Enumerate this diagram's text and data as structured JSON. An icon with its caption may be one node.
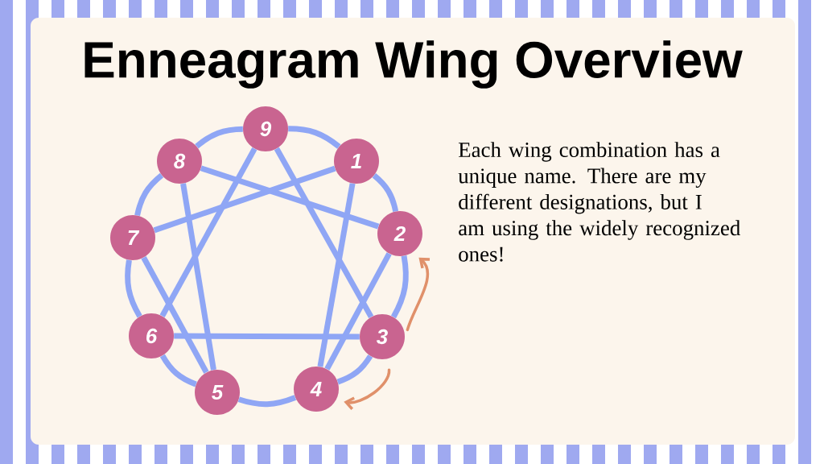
{
  "diagram": {
    "title": "Enneagram Wing Overview",
    "nodes": [
      {
        "text": [
          "1"
        ]
      },
      {
        "text": [
          "2"
        ]
      },
      {
        "text": [
          "3"
        ]
      },
      {
        "text": [
          "4"
        ]
      },
      {
        "text": [
          "5"
        ]
      },
      {
        "text": [
          "6"
        ]
      },
      {
        "text": [
          "7"
        ]
      },
      {
        "text": [
          "8"
        ]
      },
      {
        "text": [
          "9"
        ]
      }
    ],
    "edges": [
      {
        "from": 8,
        "to": 0,
        "arrow": "none"
      },
      {
        "from": 0,
        "to": 1,
        "arrow": "none"
      },
      {
        "from": 1,
        "to": 2,
        "arrow": "none"
      },
      {
        "from": 2,
        "to": 3,
        "arrow": "none"
      },
      {
        "from": 3,
        "to": 4,
        "arrow": "none"
      },
      {
        "from": 4,
        "to": 5,
        "arrow": "none"
      },
      {
        "from": 5,
        "to": 6,
        "arrow": "none"
      },
      {
        "from": 6,
        "to": 7,
        "arrow": "none"
      },
      {
        "from": 7,
        "to": 8,
        "arrow": "none"
      },
      {
        "from": 8,
        "to": 2,
        "arrow": "none"
      },
      {
        "from": 2,
        "to": 5,
        "arrow": "none"
      },
      {
        "from": 5,
        "to": 8,
        "arrow": "none"
      },
      {
        "from": 0,
        "to": 3,
        "arrow": "none"
      },
      {
        "from": 3,
        "to": 1,
        "arrow": "none"
      },
      {
        "from": 1,
        "to": 7,
        "arrow": "none"
      },
      {
        "from": 7,
        "to": 4,
        "arrow": "none"
      },
      {
        "from": 4,
        "to": 6,
        "arrow": "none"
      },
      {
        "from": 6,
        "to": 0,
        "arrow": "none"
      },
      {
        "from": 2,
        "to": 1,
        "arrow": "to",
        "color": "#e0906a"
      },
      {
        "from": 2,
        "to": 3,
        "arrow": "to",
        "color": "#e0906a"
      }
    ],
    "labels": [
      "Each wing combination has a unique name. There are my different designations, but I am using the widely recognized ones!"
    ]
  }
}
